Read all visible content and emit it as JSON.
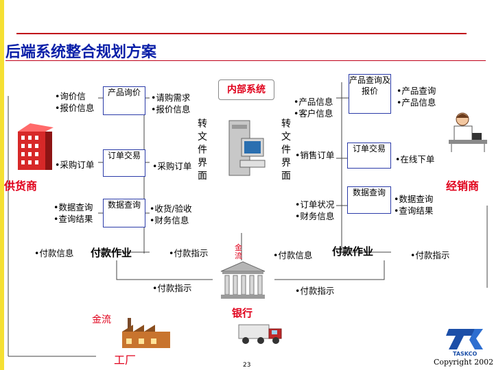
{
  "slide": {
    "title": "后端系统整合规划方案",
    "page_number": "23",
    "copyright": "Copyright 2002"
  },
  "labels": {
    "internal_system": "内部系统",
    "supplier": "供货商",
    "distributor": "经销商",
    "bank": "银行",
    "factory": "工厂",
    "gold_flow_left": "金流",
    "gold_flow_center": "金流",
    "doc_interface_left": "转文件界面",
    "doc_interface_right": "转文件界面",
    "logo_text": "TASKCO",
    "logo_mark": "TK"
  },
  "supplier_side": {
    "inquiry_items": [
      "询价信",
      "报价信息"
    ],
    "inquiry_box": "产品询价",
    "order_item": "采购订单",
    "order_box": "订单交易",
    "query_items": [
      "数据查询",
      "查询结果"
    ],
    "query_box": "数据查询",
    "payment_item": "付款信息",
    "payment_box": "付款作业"
  },
  "center_left": {
    "purchase_items": [
      "请购需求",
      "报价信息"
    ],
    "purchase_order": "采购订单",
    "receive_items": [
      "收货/验收",
      "财务信息"
    ],
    "payment_instruction": "付款指示",
    "bank_instruction": "付款指示"
  },
  "center_right": {
    "product_items": [
      "产品信息",
      "客户信息"
    ],
    "sales_order": "销售订单",
    "order_items": [
      "订单状况",
      "财务信息"
    ],
    "payment_info": "付款信息",
    "bank_instruction": "付款指示"
  },
  "distributor_side": {
    "quote_box": "产品查询及报价",
    "quote_items": [
      "产品查询",
      "产品信息"
    ],
    "order_box": "订单交易",
    "order_item": "在线下单",
    "query_box": "数据查询",
    "query_items": [
      "数据查询",
      "查询结果"
    ],
    "payment_box": "付款作业",
    "payment_item": "付款指示"
  },
  "colors": {
    "title": "#0a1fa8",
    "red_label": "#e0001b",
    "rule": "#c00018",
    "left_bar": "#f5e033",
    "connector": "#444444",
    "box_border": "#2a3aa8"
  },
  "icons": [
    "computer-tower-icon",
    "bank-building-icon",
    "supplier-building-icon",
    "factory-icon",
    "truck-icon",
    "person-phone-icon",
    "taskco-logo-icon"
  ]
}
